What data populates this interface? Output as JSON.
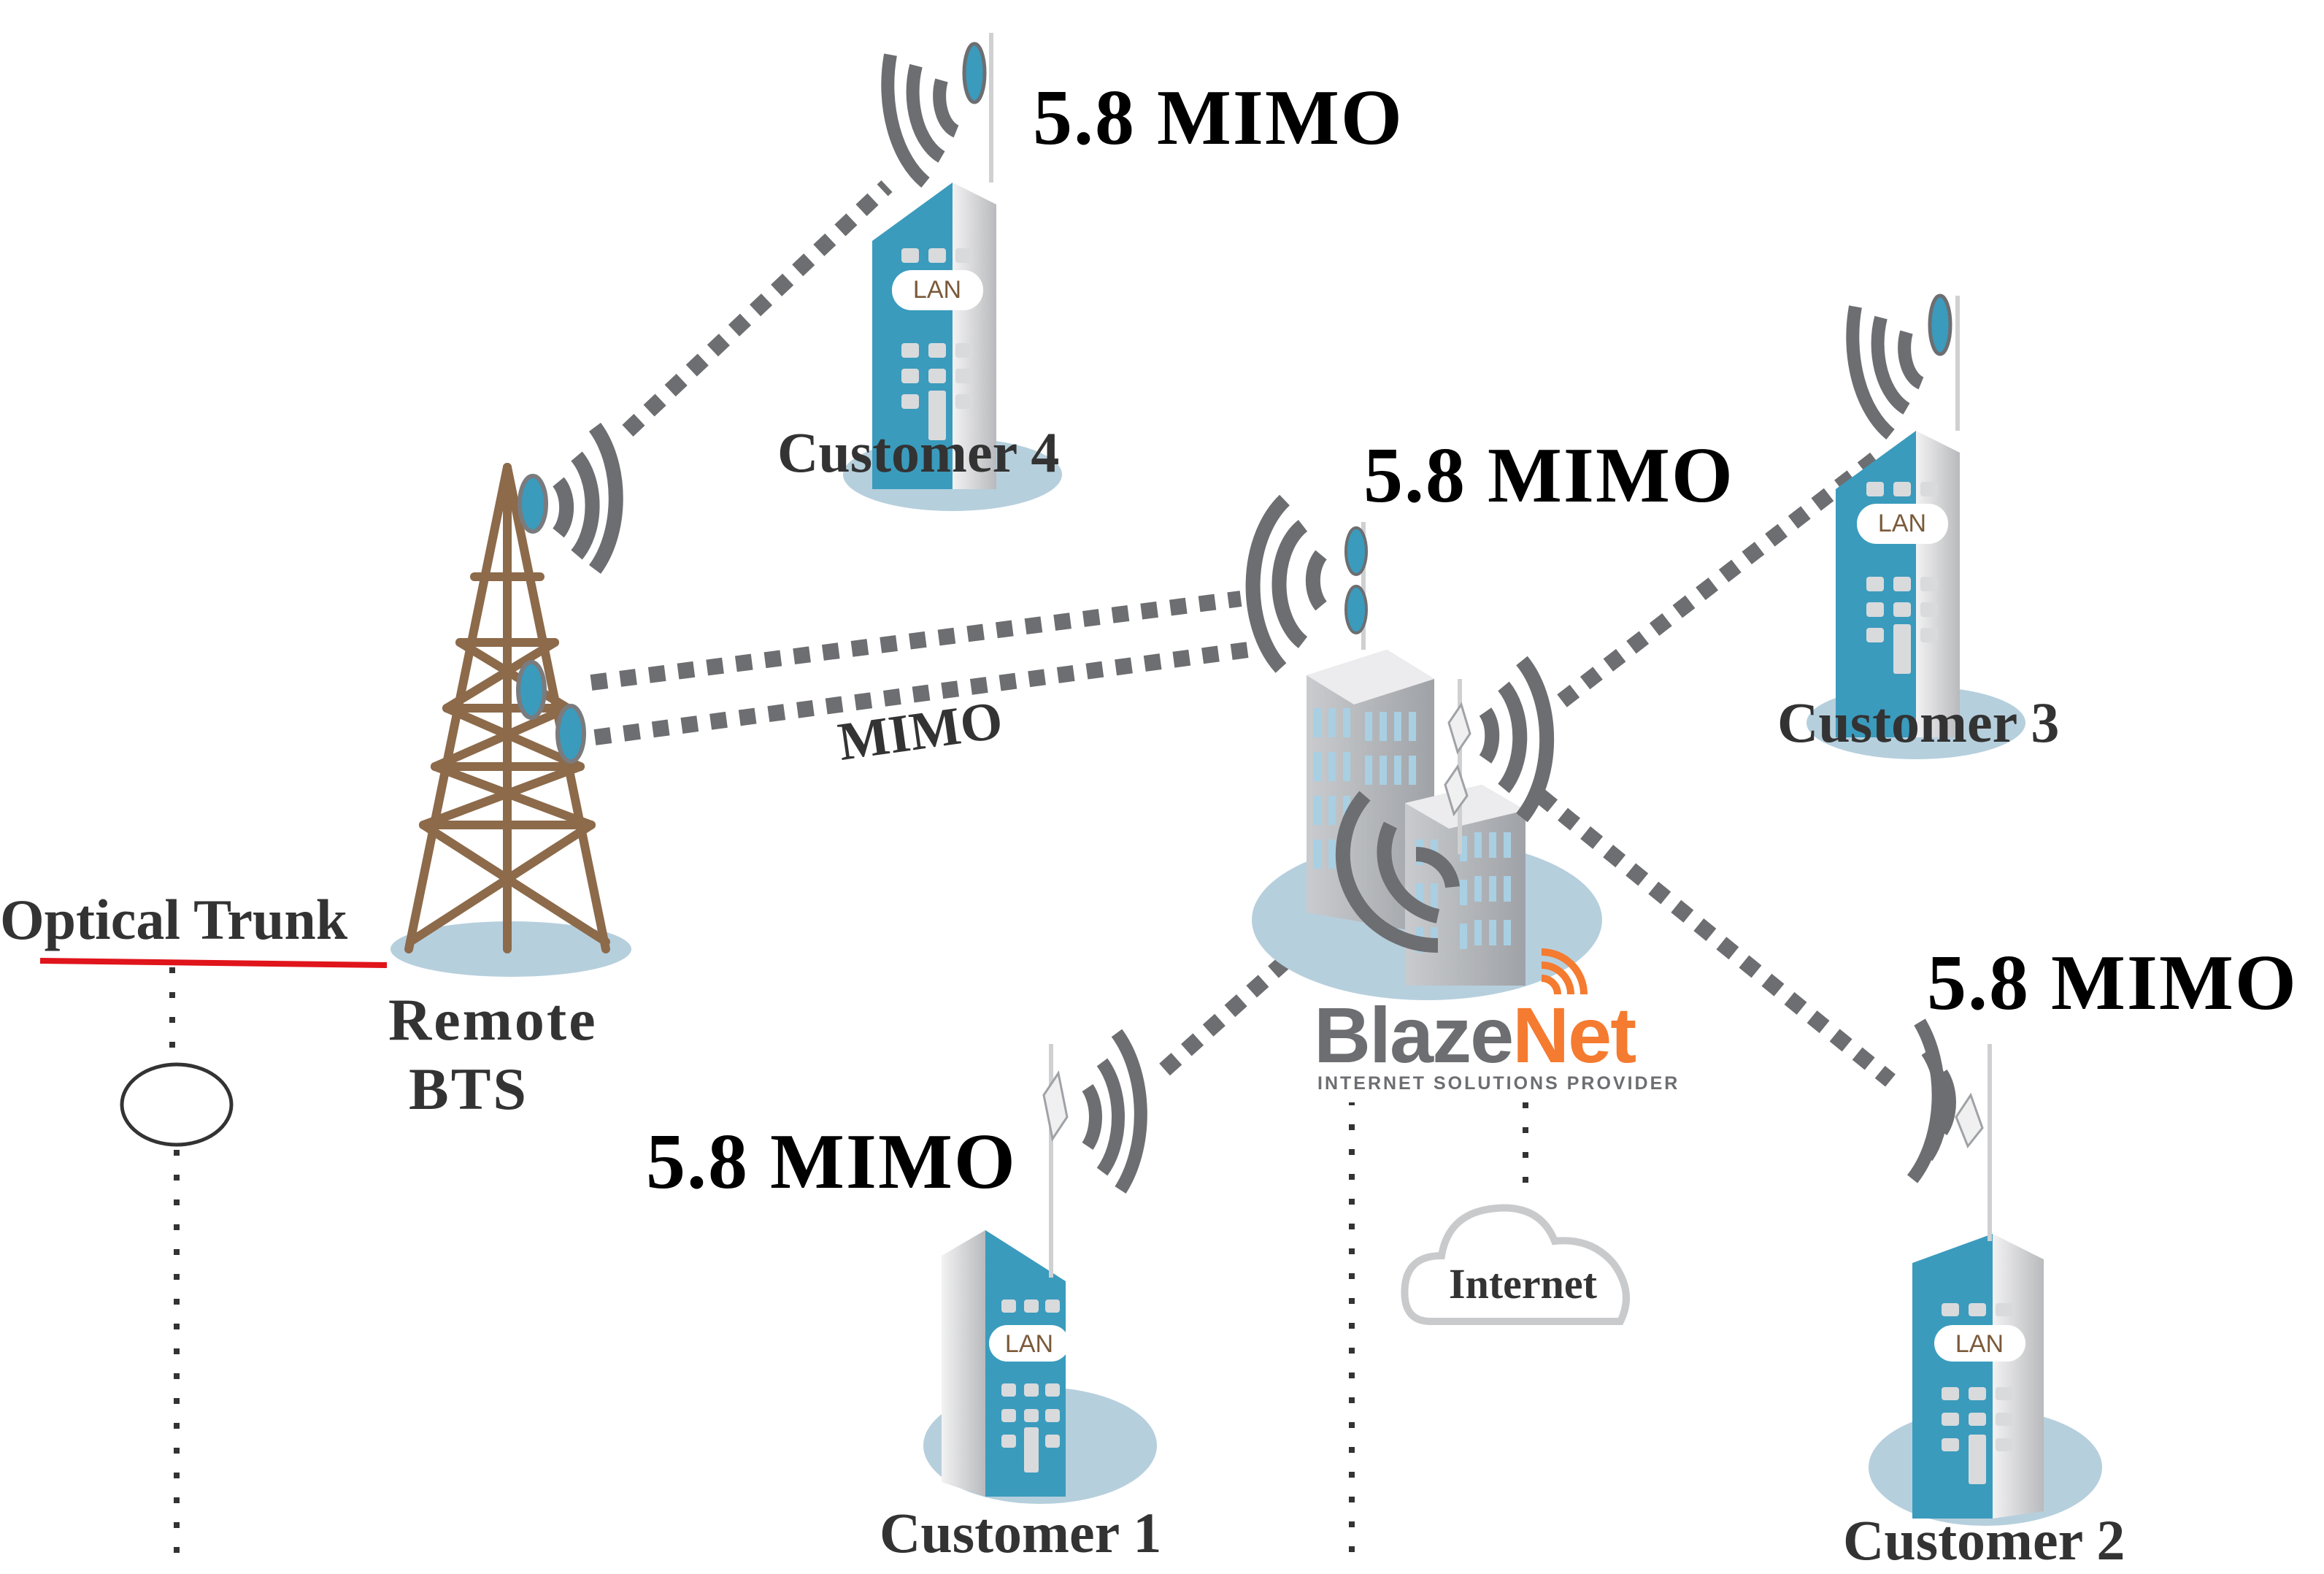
{
  "diagram": {
    "title_labels": {
      "mimo_customer4": "5.8 MIMO",
      "mimo_hub": "5.8 MIMO",
      "mimo_customer2": "5.8 MIMO",
      "mimo_customer1": "5.8 MIMO"
    },
    "link_label": "MIMO",
    "bts": {
      "line1": "Remote",
      "line2": "BTS"
    },
    "optical_trunk": "Optical Trunk",
    "hub": {
      "brand_part1": "Blaze",
      "brand_part2": "Net",
      "tagline": "INTERNET SOLUTIONS PROVIDER"
    },
    "internet": "Internet",
    "lan": "LAN",
    "customers": [
      {
        "label": "Customer 1"
      },
      {
        "label": "Customer 2"
      },
      {
        "label": "Customer 3"
      },
      {
        "label": "Customer 4"
      }
    ],
    "colors": {
      "building_blue": "#3a9bbd",
      "building_side": "#d8d8da",
      "link_gray": "#6d6e71",
      "tower_brown": "#8c6a4a",
      "ground_blue": "#b6cfdd",
      "brand_orange": "#f47b30",
      "optical_red": "#e0141b",
      "dish_blue": "#3a9bbd"
    }
  }
}
